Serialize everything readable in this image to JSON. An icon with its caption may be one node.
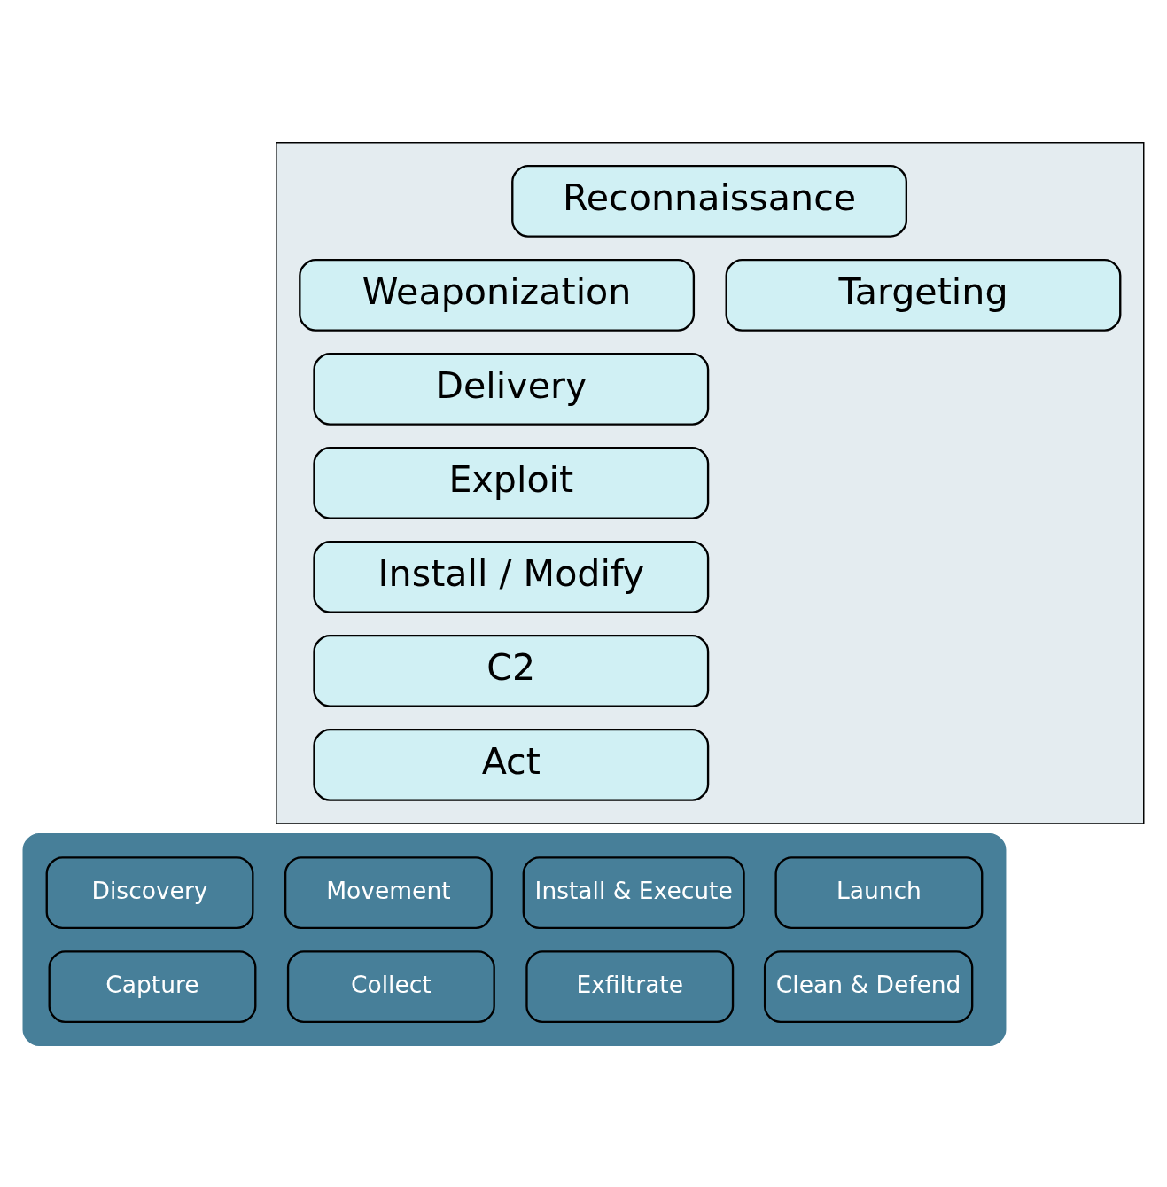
{
  "diagram": {
    "nodes": [
      {
        "text": [],
        "shape": "box"
      },
      {
        "text": [
          "Reconnaissance"
        ],
        "in": 0
      },
      {
        "text": [
          "Weaponization"
        ],
        "in": 0
      },
      {
        "text": [
          "Targeting"
        ],
        "in": 0
      },
      {
        "text": [
          "Delivery"
        ],
        "in": 0
      },
      {
        "text": [
          "Exploit"
        ],
        "in": 0
      },
      {
        "text": [
          "Install / Modify"
        ],
        "in": 0
      },
      {
        "text": [
          "C2"
        ],
        "in": 0
      },
      {
        "text": [
          "Act"
        ],
        "in": 0
      },
      {
        "text": [],
        "shape": "box"
      },
      {
        "text": [
          "Discovery"
        ],
        "in": 9
      },
      {
        "text": [
          "Movement"
        ],
        "in": 9
      },
      {
        "text": [
          "Install & Execute"
        ],
        "in": 9
      },
      {
        "text": [
          "Launch"
        ],
        "in": 9
      },
      {
        "text": [
          "Capture"
        ],
        "in": 9
      },
      {
        "text": [
          "Collect"
        ],
        "in": 9
      },
      {
        "text": [
          "Exfiltrate"
        ],
        "in": 9
      },
      {
        "text": [
          "Clean & Defend"
        ],
        "in": 9
      }
    ],
    "edges": []
  }
}
